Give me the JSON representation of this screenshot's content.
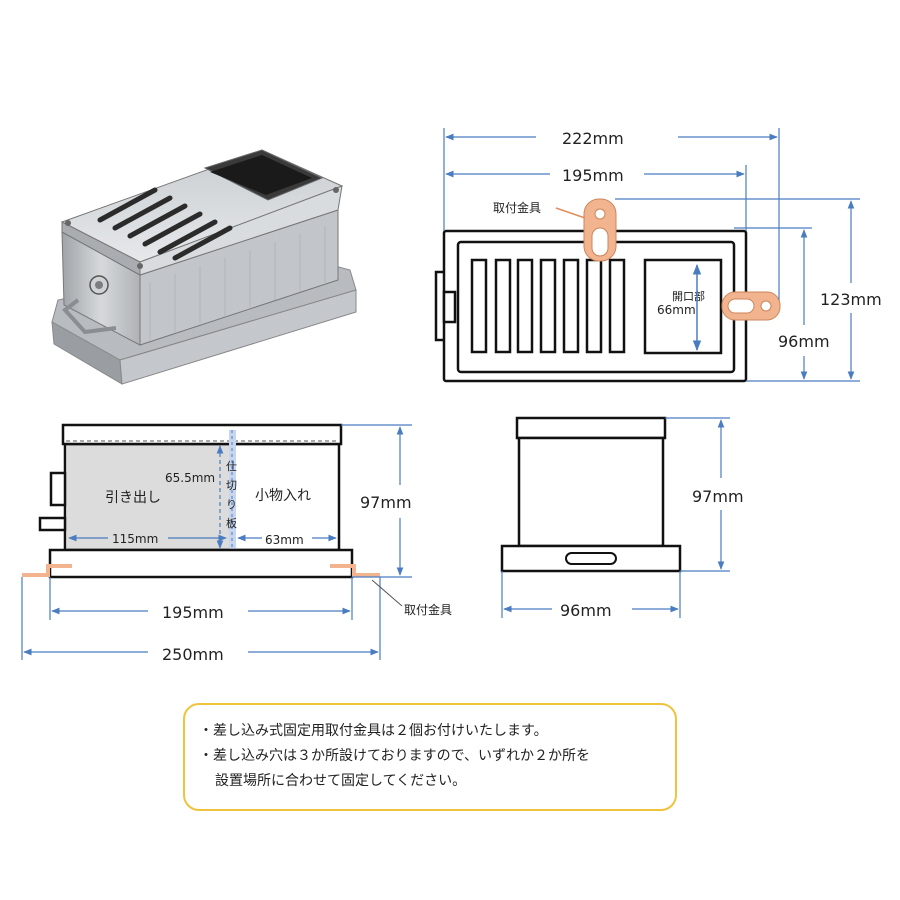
{
  "top_view": {
    "width_outer": "222mm",
    "width_inner": "195mm",
    "height_outer": "123mm",
    "height_inner": "96mm",
    "bracket_label": "取付金具",
    "opening_label": "開口部",
    "opening_size": "66mm"
  },
  "side_view": {
    "drawer_label": "引き出し",
    "compartment_label": "小物入れ",
    "divider_label": [
      "仕",
      "切",
      "り",
      "板"
    ],
    "drawer_depth": "65.5mm",
    "drawer_width": "115mm",
    "compartment_width": "63mm",
    "height": "97mm",
    "base_inner": "195mm",
    "base_outer": "250mm",
    "bracket_label": "取付金具"
  },
  "front_view": {
    "height": "97mm",
    "width": "96mm"
  },
  "notes": {
    "line1": "・差し込み式固定用取付金具は２個お付けいたします。",
    "line2": "・差し込み穴は３か所設けておりますので、いずれか２か所を",
    "line3": "設置場所に合わせて固定してください。"
  },
  "colors": {
    "dimension": "#4a7cc0",
    "bracket": "#f2b48e",
    "note_border": "#f0c33c"
  }
}
